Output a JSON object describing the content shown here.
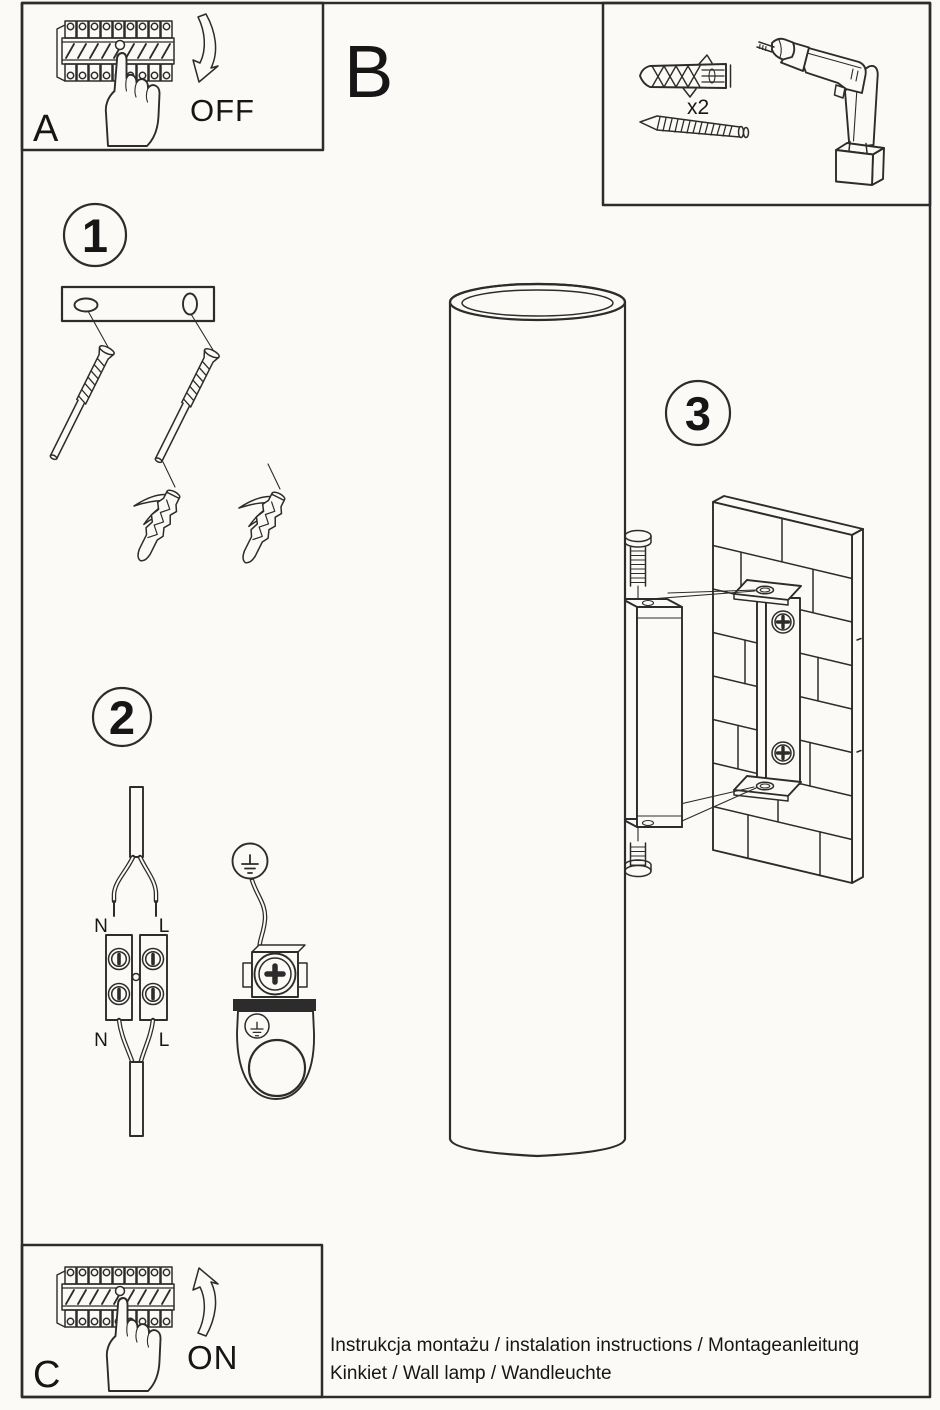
{
  "colors": {
    "paper": "#fbfaf6",
    "line": "#2c2c2c",
    "text": "#161616"
  },
  "panel_a": {
    "label": "A",
    "state_label": "OFF"
  },
  "section_b": {
    "label": "B",
    "quantity_label": "x2"
  },
  "panel_c": {
    "label": "C",
    "state_label": "ON"
  },
  "steps": {
    "one": "1",
    "two": "2",
    "three": "3"
  },
  "wiring": {
    "n_top": "N",
    "l_top": "L",
    "n_bottom": "N",
    "l_bottom": "L"
  },
  "footer": {
    "line1": "Instrukcja montażu / instalation instructions / Montageanleitung",
    "line2": "Kinkiet / Wall lamp / Wandleuchte"
  }
}
